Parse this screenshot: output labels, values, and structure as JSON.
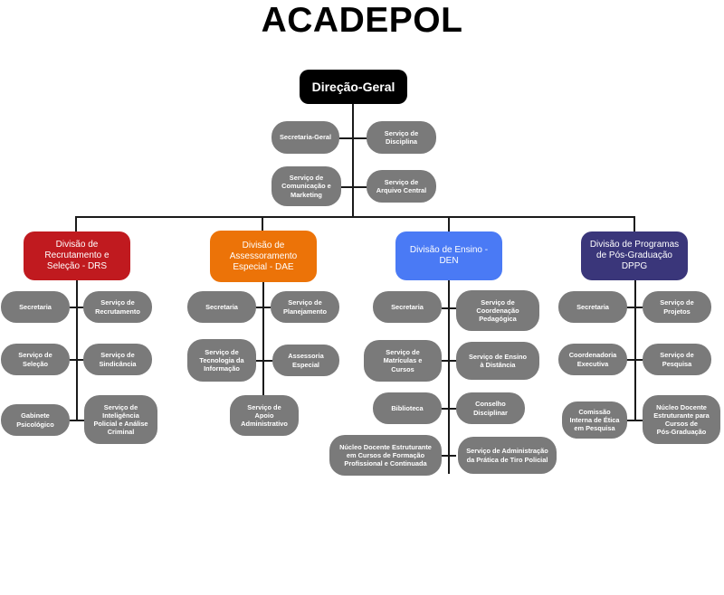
{
  "title": "ACADEPOL",
  "director": {
    "label": "Direção-Geral",
    "color": "#000000"
  },
  "director_services": [
    {
      "label": "Secretaria-Geral"
    },
    {
      "label": "Serviço de\nDisciplina"
    },
    {
      "label": "Serviço de\nComunicação e\nMarketing"
    },
    {
      "label": "Serviço de\nArquivo Central"
    }
  ],
  "divisions": [
    {
      "label": "Divisão de\nRecrutamento e\nSeleção - DRS",
      "color": "#c01a1f",
      "services": [
        {
          "label": "Secretaria"
        },
        {
          "label": "Serviço de\nRecrutamento"
        },
        {
          "label": "Serviço de\nSeleção"
        },
        {
          "label": "Serviço de\nSindicância"
        },
        {
          "label": "Gabinete\nPsicológico"
        },
        {
          "label": "Serviço de\nInteligência\nPolicial e Análise\nCriminal"
        }
      ]
    },
    {
      "label": "Divisão de\nAssessoramento\nEspecial - DAE",
      "color": "#ec7308",
      "services": [
        {
          "label": "Secretaria"
        },
        {
          "label": "Serviço de\nPlanejamento"
        },
        {
          "label": "Serviço de\nTecnologia da\nInformação"
        },
        {
          "label": "Assessoria\nEspecial"
        },
        {
          "label": "Serviço de\nApoio\nAdministrativo"
        }
      ]
    },
    {
      "label": "Divisão de Ensino - DEN",
      "color": "#4a7af5",
      "services": [
        {
          "label": "Secretaria"
        },
        {
          "label": "Serviço de\nCoordenação\nPedagógica"
        },
        {
          "label": "Serviço de\nMatrículas e\nCursos"
        },
        {
          "label": "Serviço de Ensino\nà Distância"
        },
        {
          "label": "Biblioteca"
        },
        {
          "label": "Conselho\nDisciplinar"
        },
        {
          "label": "Núcleo Docente Estruturante\nem Cursos de Formação\nProfissional e Continuada"
        },
        {
          "label": "Serviço de Administração\nda Prática de Tiro Policial"
        }
      ]
    },
    {
      "label": "Divisão de Programas\nde Pós-Graduação\nDPPG",
      "color": "#3a367a",
      "services": [
        {
          "label": "Secretaria"
        },
        {
          "label": "Serviço de\nProjetos"
        },
        {
          "label": "Coordenadoria\nExecutiva"
        },
        {
          "label": "Serviço de\nPesquisa"
        },
        {
          "label": "Comissão\nInterna de Ética\nem Pesquisa"
        },
        {
          "label": "Núcleo Docente\nEstruturante para\nCursos de\nPós-Graduação"
        }
      ]
    }
  ]
}
